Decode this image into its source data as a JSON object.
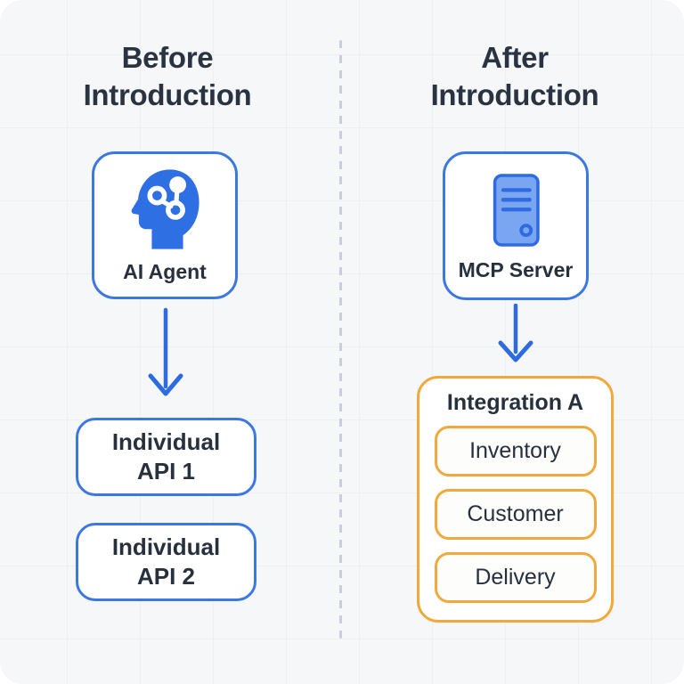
{
  "colors": {
    "background": "#F6F7F9",
    "grid_line": "#EDEFF3",
    "divider": "#C9CED8",
    "blue_border": "#3B78E2",
    "arrow_blue": "#2E6BE0",
    "head_fill": "#2F6FE4",
    "server_fill": "#7AA6F1",
    "server_detail": "#2E6BE0",
    "orange_border": "#F0A93C",
    "text_dark": "#27303D",
    "title_dark": "#2A3341",
    "card_bg": "#FFFFFF"
  },
  "before": {
    "title_line1": "Before",
    "title_line2": "Introduction",
    "agent_card": {
      "label": "AI Agent",
      "icon": "ai-head-network-icon"
    },
    "api_boxes": [
      {
        "line1": "Individual",
        "line2": "API 1"
      },
      {
        "line1": "Individual",
        "line2": "API 2"
      }
    ]
  },
  "after": {
    "title_line1": "After",
    "title_line2": "Introduction",
    "server_card": {
      "label": "MCP Server",
      "icon": "server-tower-icon"
    },
    "integration": {
      "title": "Integration A",
      "items": [
        {
          "label": "Inventory"
        },
        {
          "label": "Customer"
        },
        {
          "label": "Delivery"
        }
      ]
    }
  }
}
